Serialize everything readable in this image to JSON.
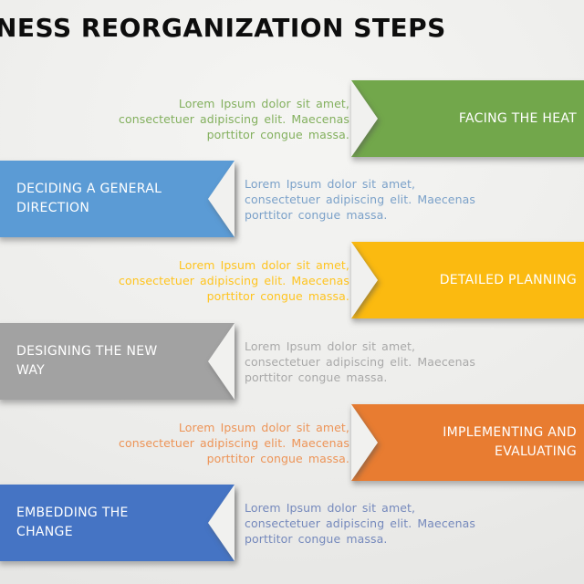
{
  "slide": {
    "title": "NESS REORGANIZATION STEPS"
  },
  "steps": [
    {
      "label": "FACING THE HEAT",
      "label_lines": [
        "FACING THE HEAT"
      ],
      "side": "right",
      "banner_color": "#72A74B",
      "text_color": "#83B05E",
      "description": "Lorem Ipsum dolor sit amet, consectetuer adipiscing elit. Maecenas porttitor congue massa.",
      "description_lines": [
        "Lorem Ipsum dolor sit amet,",
        "consectetuer adipiscing elit. Maecenas",
        "porttitor congue massa."
      ]
    },
    {
      "label": "DECIDING A GENERAL DIRECTION",
      "label_lines": [
        "DECIDING A GENERAL",
        "DIRECTION"
      ],
      "side": "left",
      "banner_color": "#5B9BD5",
      "text_color": "#7BA1C9",
      "description": "Lorem Ipsum dolor sit amet, consectetuer adipiscing elit. Maecenas porttitor congue massa.",
      "description_lines": [
        "Lorem Ipsum dolor sit amet,",
        "consectetuer adipiscing elit. Maecenas",
        "porttitor congue massa."
      ]
    },
    {
      "label": "DETAILED PLANNING",
      "label_lines": [
        "DETAILED PLANNING"
      ],
      "side": "right",
      "banner_color": "#FBBA10",
      "text_color": "#FFC41F",
      "description": "Lorem Ipsum dolor sit amet, consectetuer adipiscing elit. Maecenas porttitor congue massa.",
      "description_lines": [
        "Lorem Ipsum dolor sit amet,",
        "consectetuer adipiscing elit. Maecenas",
        "porttitor congue massa."
      ]
    },
    {
      "label": "DESIGNING THE NEW WAY",
      "label_lines": [
        "DESIGNING THE NEW",
        "WAY"
      ],
      "side": "left",
      "banner_color": "#A2A2A2",
      "text_color": "#A9A9A9",
      "description": "Lorem Ipsum dolor sit amet, consectetuer adipiscing elit. Maecenas porttitor congue massa.",
      "description_lines": [
        "Lorem Ipsum dolor sit amet,",
        "consectetuer adipiscing elit. Maecenas",
        "porttitor congue massa."
      ]
    },
    {
      "label": "IMPLEMENTING AND EVALUATING",
      "label_lines": [
        "IMPLEMENTING AND",
        "EVALUATING"
      ],
      "side": "right",
      "banner_color": "#E87C31",
      "text_color": "#ED9457",
      "description": "Lorem Ipsum dolor sit amet, consectetuer adipiscing elit. Maecenas porttitor congue massa.",
      "description_lines": [
        "Lorem Ipsum dolor sit amet,",
        "consectetuer adipiscing elit. Maecenas",
        "porttitor congue massa."
      ]
    },
    {
      "label": "EMBEDDING THE CHANGE",
      "label_lines": [
        "EMBEDDING THE",
        "CHANGE"
      ],
      "side": "left",
      "banner_color": "#4574C4",
      "text_color": "#7589BC",
      "description": "Lorem Ipsum dolor sit amet, consectetuer adipiscing elit. Maecenas porttitor congue massa.",
      "description_lines": [
        "Lorem Ipsum dolor sit amet,",
        "consectetuer adipiscing elit. Maecenas",
        "porttitor congue massa."
      ]
    }
  ]
}
